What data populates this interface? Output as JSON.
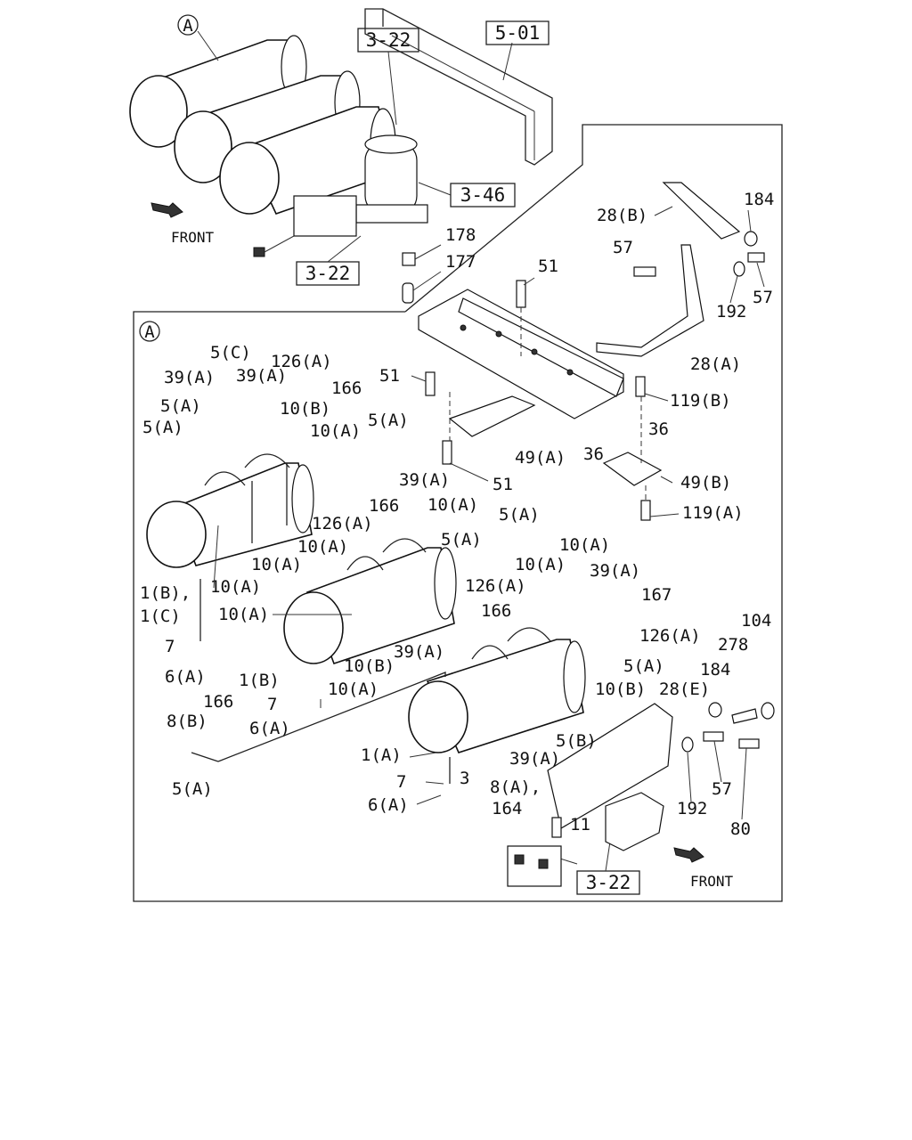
{
  "circle_marker": "A",
  "front": {
    "top": "FRONT",
    "bottom": "FRONT"
  },
  "refs": {
    "r322_top": "3-22",
    "r501": "5-01",
    "r346": "3-46",
    "r322_mid": "3-22",
    "r322_bottom": "3-22"
  },
  "labels": {
    "l184a": "184",
    "l28b": "28(B)",
    "l57a": "57",
    "l57b": "57",
    "l192a": "192",
    "l28a": "28(A)",
    "l178": "178",
    "l177": "177",
    "l51a": "51",
    "l51b": "51",
    "l51c": "51",
    "l119b": "119(B)",
    "l36a": "36",
    "l36b": "36",
    "l49a": "49(A)",
    "l49b": "49(B)",
    "l119a": "119(A)",
    "l126a_1": "126(A)",
    "l166_1": "166",
    "l5c": "5(C)",
    "l39a_1": "39(A)",
    "l39a_2": "39(A)",
    "l5a_1": "5(A)",
    "l5a_2": "5(A)",
    "l10b_1": "10(B)",
    "l10a_1": "10(A)",
    "l5a_3": "5(A)",
    "l39a_3": "39(A)",
    "l166_2": "166",
    "l10a_2": "10(A)",
    "l126a_2": "126(A)",
    "l10a_3": "10(A)",
    "l5a_4": "5(A)",
    "l5a_5": "5(A)",
    "l10a_4": "10(A)",
    "l10a_5": "10(A)",
    "l10a_6": "10(A)",
    "l39a_4": "39(A)",
    "l1b1c": "1(B),",
    "l1c": "1(C)",
    "l10a_7": "10(A)",
    "l167": "167",
    "l126a_3": "126(A)",
    "l166_3": "166",
    "l10a_8": "10(A)",
    "l126a_4": "126(A)",
    "l7a": "7",
    "l6a_1": "6(A)",
    "l39a_5": "39(A)",
    "l10b_2": "10(B)",
    "l1b": "1(B)",
    "l10a_9": "10(A)",
    "l5a_6": "5(A)",
    "l104": "104",
    "l278": "278",
    "l184b": "184",
    "l166_4": "166",
    "l7b": "7",
    "l6a_2": "6(A)",
    "l8b": "8(B)",
    "l10b_3": "10(B)",
    "l28e": "28(E)",
    "l5b": "5(B)",
    "l5a_7": "5(A)",
    "l1a": "1(A)",
    "l39a_6": "39(A)",
    "l3": "3",
    "l8a": "8(A),",
    "l164": "164",
    "l57c": "57",
    "l192b": "192",
    "l80": "80",
    "l7c": "7",
    "l6a_3": "6(A)",
    "l11": "11"
  }
}
